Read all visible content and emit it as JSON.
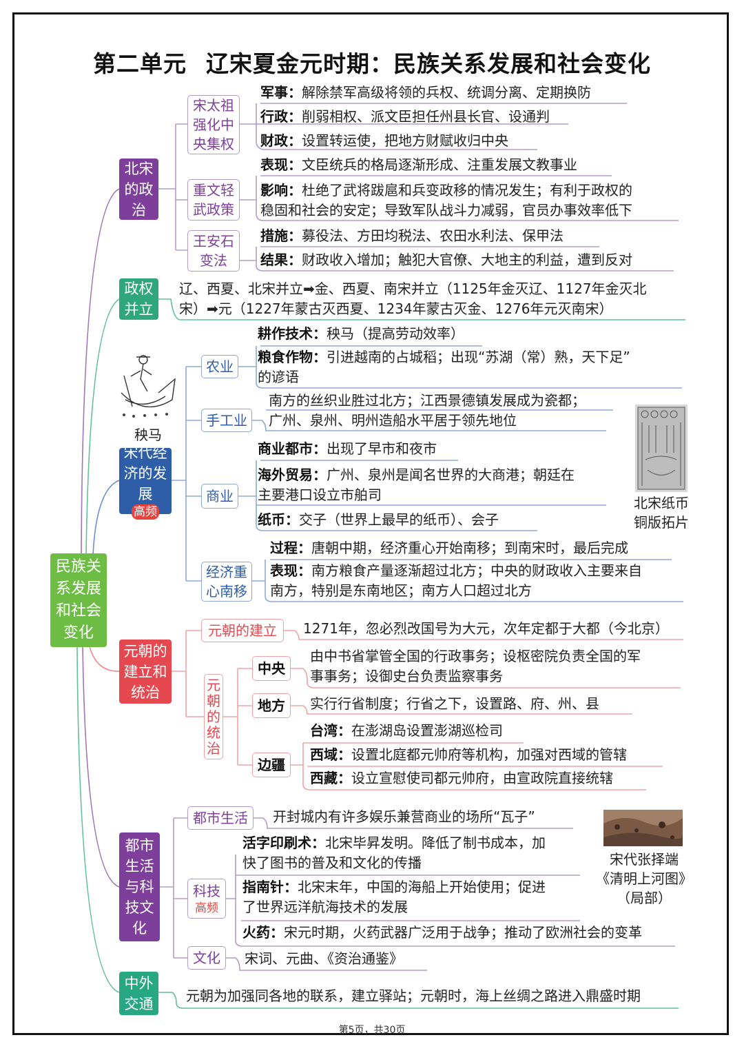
{
  "title": {
    "unit": "第二单元",
    "topic": "辽宋夏金元时期：民族关系发展和社会变化"
  },
  "colors": {
    "root": "#6dbd45",
    "politics": "#7e3f9b",
    "regimes": "#2fa77c",
    "economy": "#2f5ea8",
    "yuan": "#e5484f",
    "culture": "#7e3f9b",
    "exchange": "#27a882",
    "hot": "#e8423f"
  },
  "root": {
    "lines": [
      "民族关",
      "系发展",
      "和社会",
      "变化"
    ]
  },
  "politics": {
    "label": [
      "北宋",
      "的政",
      "治"
    ],
    "groups": [
      {
        "label": [
          "宋太祖",
          "强化中",
          "央集权"
        ],
        "items": [
          {
            "label": "军事：",
            "lines": [
              "解除禁军高级将领的兵权、统调分离、定期换防"
            ]
          },
          {
            "label": "行政：",
            "lines": [
              "削弱相权、派文臣担任州县长官、设通判"
            ]
          },
          {
            "label": "财政：",
            "lines": [
              "设置转运使，把地方财赋收归中央"
            ]
          }
        ]
      },
      {
        "label": [
          "重文轻",
          "武政策"
        ],
        "items": [
          {
            "label": "表现：",
            "lines": [
              "文臣统兵的格局逐渐形成、注重发展文教事业"
            ]
          },
          {
            "label": "影响：",
            "lines": [
              "杜绝了武将跋扈和兵变政移的情况发生；有利于政权的",
              "稳固和社会的安定；导致军队战斗力减弱，官员办事效率低下"
            ]
          }
        ]
      },
      {
        "label": [
          "王安石",
          "变法"
        ],
        "items": [
          {
            "label": "措施：",
            "lines": [
              "募役法、方田均税法、农田水利法、保甲法"
            ]
          },
          {
            "label": "结果：",
            "lines": [
              "财政收入增加；触犯大官僚、大地主的利益，遭到反对"
            ]
          }
        ]
      }
    ]
  },
  "regimes": {
    "label": [
      "政权",
      "并立"
    ],
    "lines": [
      "辽、西夏、北宋并立➡金、西夏、南宋并立（1125年金灭辽、1127年金灭北",
      "宋）➡元（1227年蒙古灭西夏、1234年蒙古灭金、1276年元灭南宋）"
    ]
  },
  "economy": {
    "label": [
      "宋代经",
      "济的发",
      "展"
    ],
    "hot": "高频",
    "image_caption_yangma": "秧马",
    "image_caption_money": [
      "北宋纸币",
      "铜版拓片"
    ],
    "groups": [
      {
        "label": [
          "农业"
        ],
        "items": [
          {
            "label": "耕作技术：",
            "lines": [
              "秧马（提高劳动效率）"
            ]
          },
          {
            "label": "粮食作物：",
            "lines": [
              "引进越南的占城稻；出现“苏湖（常）熟，天下足”",
              "的谚语"
            ]
          }
        ]
      },
      {
        "label": [
          "手工业"
        ],
        "items": [
          {
            "label": "",
            "lines": [
              "南方的丝织业胜过北方；江西景德镇发展成为瓷都；",
              "广州、泉州、明州造船水平居于领先地位"
            ]
          }
        ]
      },
      {
        "label": [
          "商业"
        ],
        "items": [
          {
            "label": "商业都市：",
            "lines": [
              "出现了早市和夜市"
            ]
          },
          {
            "label": "海外贸易：",
            "lines": [
              "广州、泉州是闻名世界的大商港；朝廷在",
              "主要港口设立市舶司"
            ]
          },
          {
            "label": "纸币：",
            "lines": [
              "交子（世界上最早的纸币）、会子"
            ]
          }
        ]
      },
      {
        "label": [
          "经济重",
          "心南移"
        ],
        "items": [
          {
            "label": "过程：",
            "lines": [
              "唐朝中期，经济重心开始南移；到南宋时，最后完成"
            ]
          },
          {
            "label": "表现：",
            "lines": [
              "南方粮食产量逐渐超过北方；中央的财政收入主要来自",
              "南方，特别是东南地区；南方人口超过北方"
            ]
          }
        ]
      }
    ]
  },
  "yuan": {
    "label": [
      "元朝的",
      "建立和",
      "统治"
    ],
    "founding": {
      "label": "元朝的建立",
      "text": "1271年，忽必烈改国号为大元，次年定都于大都（今北京）"
    },
    "rule": {
      "label": [
        "元",
        "朝",
        "的",
        "统",
        "治"
      ],
      "groups": [
        {
          "label": "中央",
          "lines": [
            "由中书省掌管全国的行政事务；设枢密院负责全国的军",
            "事事务；设御史台负责监察事务"
          ]
        },
        {
          "label": "地方",
          "lines": [
            "实行行省制度；行省之下，设置路、府、州、县"
          ]
        },
        {
          "label": "边疆",
          "items": [
            {
              "label": "台湾：",
              "text": "在澎湖岛设置澎湖巡检司"
            },
            {
              "label": "西域：",
              "text": "设置北庭都元帅府等机构，加强对西域的管辖"
            },
            {
              "label": "西藏：",
              "text": "设立宣慰使司都元帅府，由宣政院直接统辖"
            }
          ]
        }
      ]
    }
  },
  "culture": {
    "label": [
      "都市",
      "生活",
      "与科",
      "技文",
      "化"
    ],
    "image_caption": [
      "宋代张择端",
      "《清明上河图》",
      "（局部）"
    ],
    "city": {
      "label": "都市生活",
      "text": "开封城内有许多娱乐兼营商业的场所“瓦子”"
    },
    "tech": {
      "label": "科技",
      "hot": "高频",
      "items": [
        {
          "label": "活字印刷术：",
          "lines": [
            "北宋毕昇发明。降低了制书成本，加",
            "快了图书的普及和文化的传播"
          ]
        },
        {
          "label": "指南针：",
          "lines": [
            "北宋末年，中国的海船上开始使用；促进",
            "了世界远洋航海技术的发展"
          ]
        },
        {
          "label": "火药：",
          "lines": [
            "宋元时期，火药武器广泛用于战争；推动了欧洲社会的变革"
          ]
        }
      ]
    },
    "arts": {
      "label": "文化",
      "text": "宋词、元曲、《资治通鉴》"
    }
  },
  "exchange": {
    "label": [
      "中外",
      "交通"
    ],
    "text": "元朝为加强同各地的联系，建立驿站；元朝时，海上丝绸之路进入鼎盛时期"
  },
  "footer": "第5页，共30页"
}
